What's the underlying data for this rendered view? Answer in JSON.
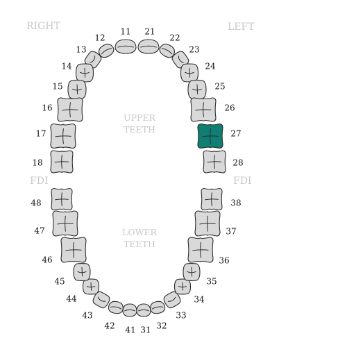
{
  "labels": {
    "right": "RIGHT",
    "left": "LEFT",
    "fdi_left": "FDI",
    "fdi_right": "FDI",
    "upper_line1": "UPPER",
    "upper_line2": "TEETH",
    "lower_line1": "LOWER",
    "lower_line2": "TEETH"
  },
  "colors": {
    "tooth_fill": "#d9d9d9",
    "tooth_stroke": "#2b2b2b",
    "selected_fill": "#0f7f74",
    "label_gray": "#c8c8c8",
    "number_text": "#111111"
  },
  "selected_tooth": "27",
  "teeth": [
    {
      "id": "11",
      "kind": "incisor",
      "selected": false
    },
    {
      "id": "12",
      "kind": "incisor",
      "selected": false
    },
    {
      "id": "13",
      "kind": "canine",
      "selected": false
    },
    {
      "id": "14",
      "kind": "premolar",
      "selected": false
    },
    {
      "id": "15",
      "kind": "premolar",
      "selected": false
    },
    {
      "id": "16",
      "kind": "molar",
      "selected": false
    },
    {
      "id": "17",
      "kind": "molar",
      "selected": false
    },
    {
      "id": "18",
      "kind": "molar",
      "selected": false
    },
    {
      "id": "21",
      "kind": "incisor",
      "selected": false
    },
    {
      "id": "22",
      "kind": "incisor",
      "selected": false
    },
    {
      "id": "23",
      "kind": "canine",
      "selected": false
    },
    {
      "id": "24",
      "kind": "premolar",
      "selected": false
    },
    {
      "id": "25",
      "kind": "premolar",
      "selected": false
    },
    {
      "id": "26",
      "kind": "molar",
      "selected": false
    },
    {
      "id": "27",
      "kind": "molar",
      "selected": true
    },
    {
      "id": "28",
      "kind": "molar",
      "selected": false
    },
    {
      "id": "31",
      "kind": "incisor",
      "selected": false
    },
    {
      "id": "32",
      "kind": "incisor",
      "selected": false
    },
    {
      "id": "33",
      "kind": "canine",
      "selected": false
    },
    {
      "id": "34",
      "kind": "premolar",
      "selected": false
    },
    {
      "id": "35",
      "kind": "premolar",
      "selected": false
    },
    {
      "id": "36",
      "kind": "molar",
      "selected": false
    },
    {
      "id": "37",
      "kind": "molar",
      "selected": false
    },
    {
      "id": "38",
      "kind": "molar",
      "selected": false
    },
    {
      "id": "41",
      "kind": "incisor",
      "selected": false
    },
    {
      "id": "42",
      "kind": "incisor",
      "selected": false
    },
    {
      "id": "43",
      "kind": "canine",
      "selected": false
    },
    {
      "id": "44",
      "kind": "premolar",
      "selected": false
    },
    {
      "id": "45",
      "kind": "premolar",
      "selected": false
    },
    {
      "id": "46",
      "kind": "molar",
      "selected": false
    },
    {
      "id": "47",
      "kind": "molar",
      "selected": false
    },
    {
      "id": "48",
      "kind": "molar",
      "selected": false
    }
  ]
}
